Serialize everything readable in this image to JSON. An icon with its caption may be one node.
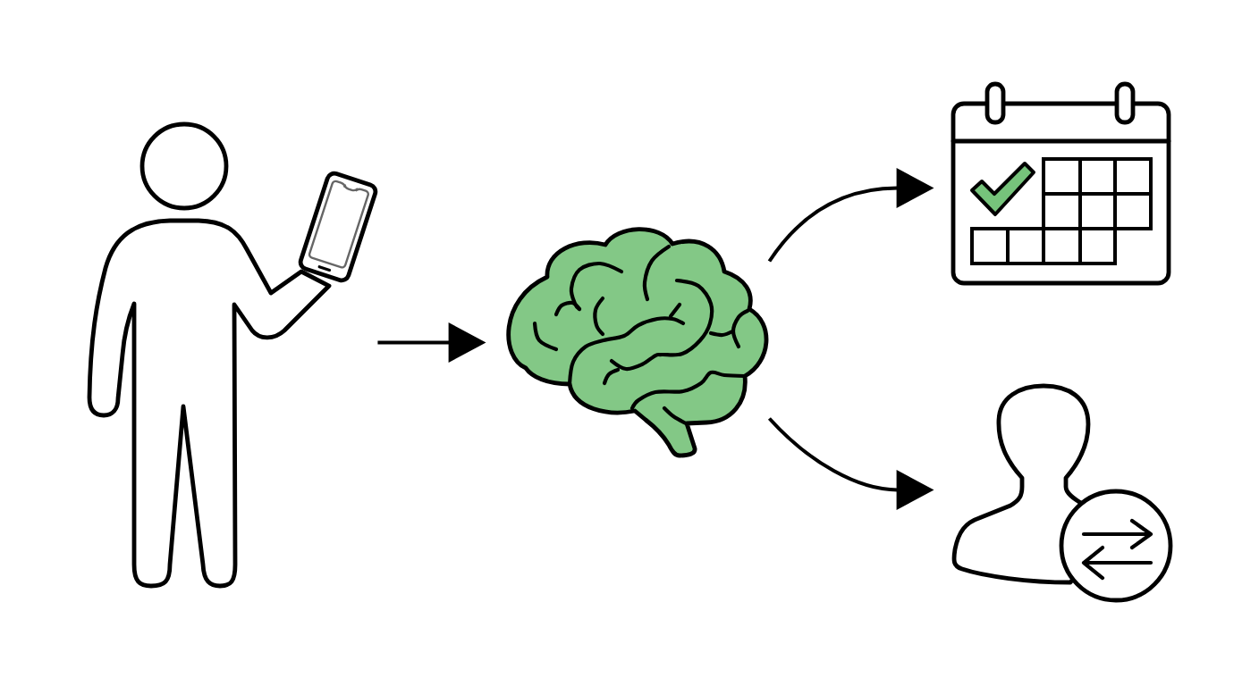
{
  "diagram": {
    "nodes": [
      {
        "text": [],
        "shape": "person"
      },
      {
        "text": [],
        "shape": "picture"
      },
      {
        "text": [],
        "shape": "picture"
      },
      {
        "text": [],
        "shape": "person"
      }
    ],
    "edges": [
      {
        "from": 0,
        "to": 1,
        "arrow": "to"
      },
      {
        "from": 1,
        "to": 2,
        "arrow": "to"
      },
      {
        "from": 1,
        "to": 3,
        "arrow": "to"
      }
    ]
  }
}
